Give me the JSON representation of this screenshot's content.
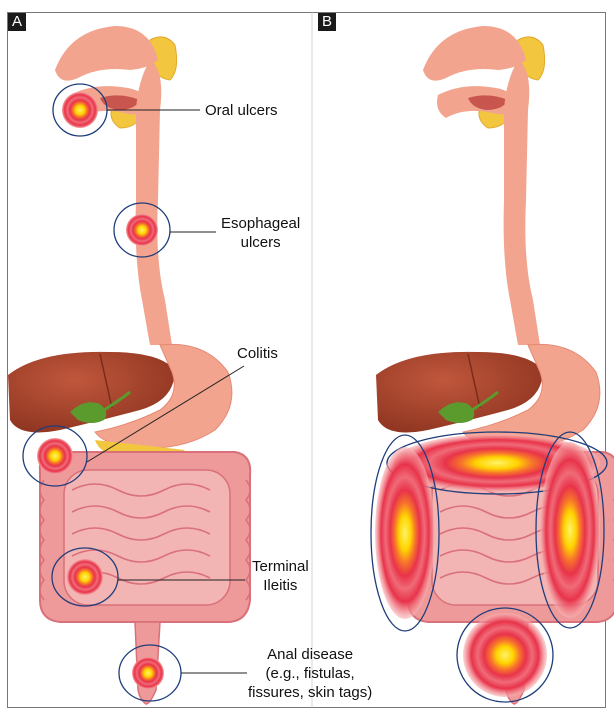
{
  "panels": [
    {
      "label": "A"
    },
    {
      "label": "B"
    }
  ],
  "callouts": {
    "oral": [
      "Oral ulcers"
    ],
    "esophageal": [
      "Esophageal",
      "ulcers"
    ],
    "colitis": [
      "Colitis"
    ],
    "ileitis": [
      "Terminal",
      "Ileitis"
    ],
    "anal": [
      "Anal disease",
      "(e.g., fistulas,",
      "fissures, skin tags)"
    ]
  },
  "colors": {
    "tract": "#f2a48e",
    "tract_dark": "#e58a74",
    "liver": "#a9462e",
    "gallbladder": "#5b9a2c",
    "intestine": "#ef9a9a",
    "intestine_fold": "#d9707a",
    "salivary": "#f3c640",
    "lesion_ring": "#1f3d7a",
    "lesion_outer": "#f08080",
    "lesion_mid": "#e8334a",
    "lesion_core": "#ffd400"
  }
}
